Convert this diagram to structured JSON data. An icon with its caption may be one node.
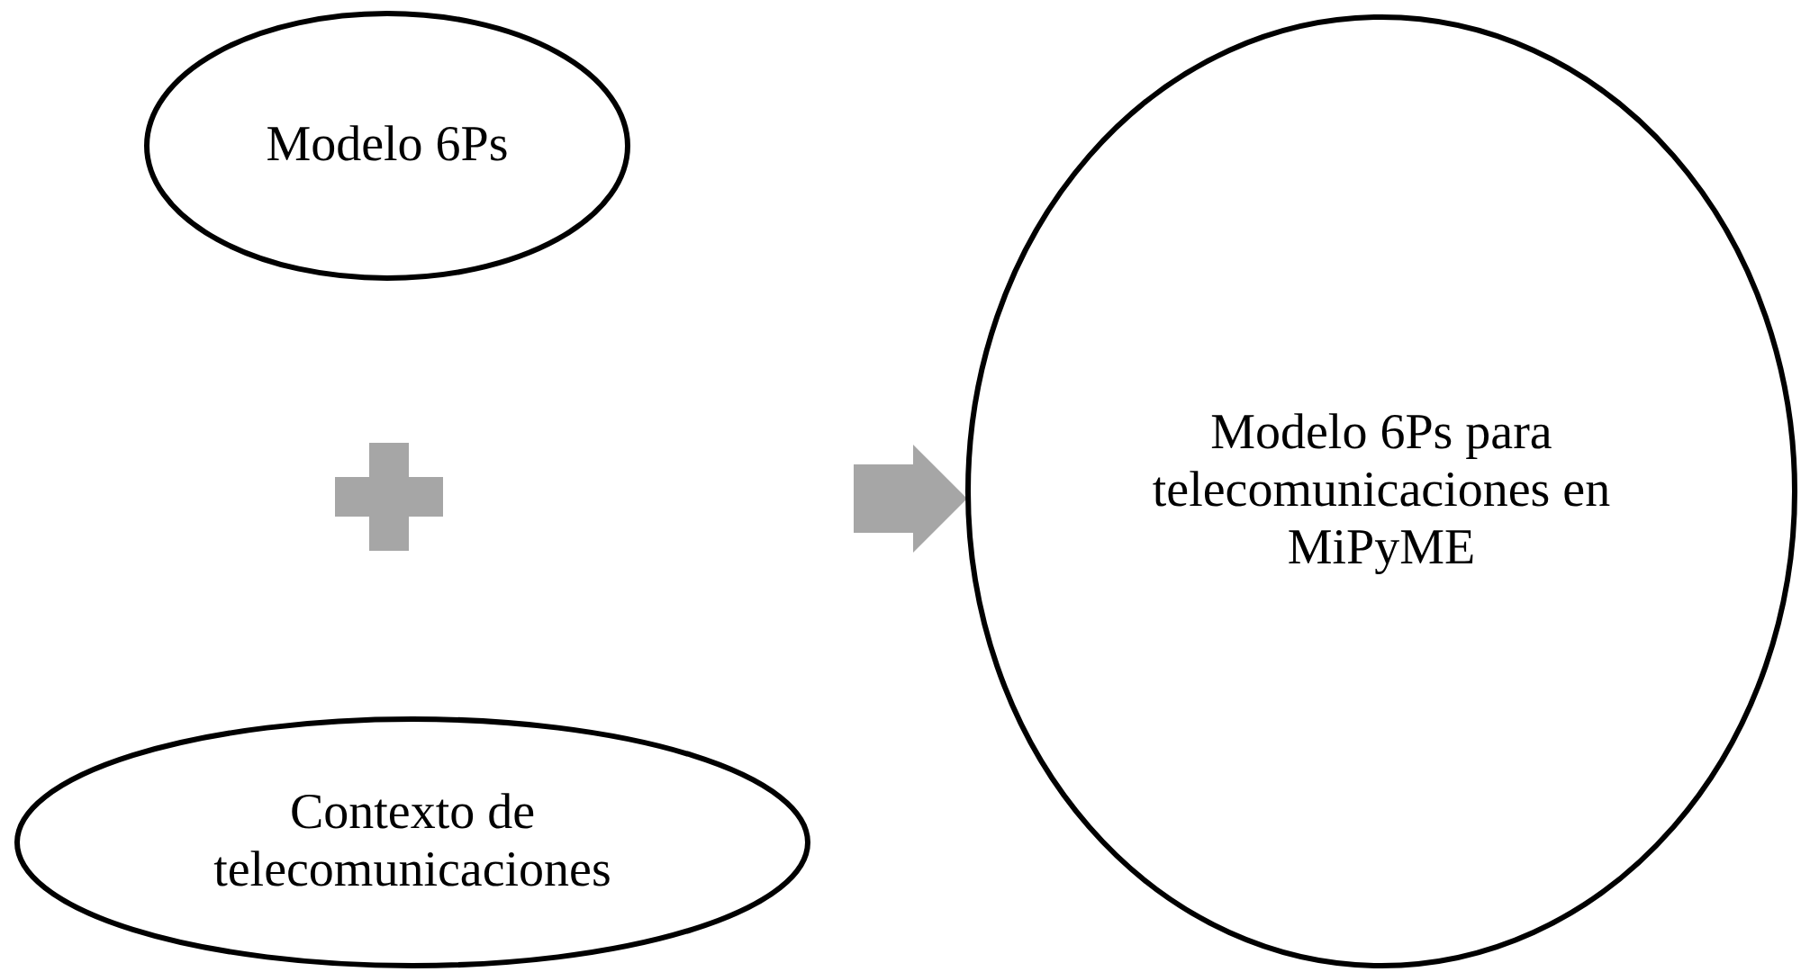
{
  "diagram": {
    "nodes": [
      {
        "text": [
          "Modelo 6Ps"
        ]
      },
      {
        "text": [
          "Contexto de telecomunicaciones"
        ]
      },
      {
        "text": [
          "Modelo 6Ps para telecomunicaciones en MiPyME"
        ]
      }
    ],
    "edges": [
      {
        "from": null,
        "to": 2,
        "arrow": "to"
      }
    ]
  }
}
